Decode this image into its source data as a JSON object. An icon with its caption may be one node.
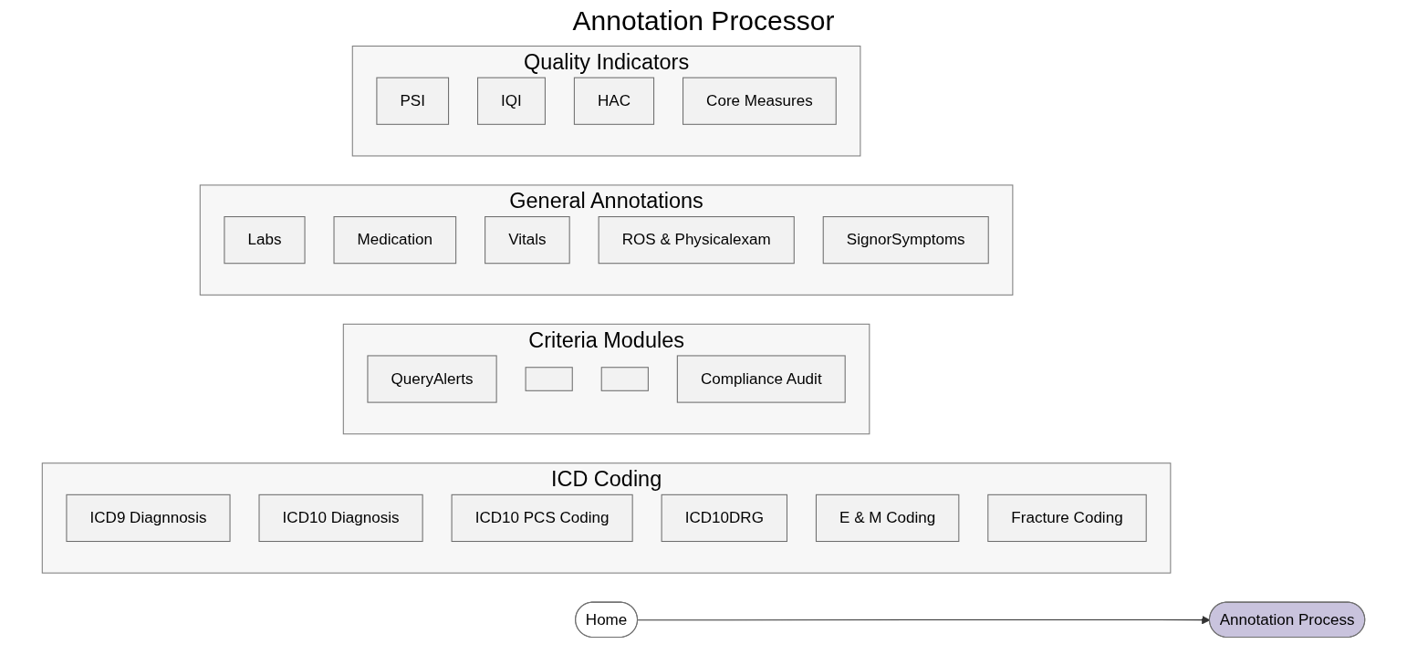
{
  "diagram": {
    "title": "Annotation Processor",
    "nodes": [
      {
        "text": [
          "Home"
        ]
      },
      {
        "text": [
          "Annotation Process"
        ]
      },
      {
        "text": [
          "ICD Coding"
        ]
      },
      {
        "text": [
          "ICD9 Diagnnosis"
        ],
        "in": 2
      },
      {
        "text": [
          "ICD10 Diagnosis"
        ],
        "in": 2
      },
      {
        "text": [
          "ICD10 PCS Coding"
        ],
        "in": 2
      },
      {
        "text": [
          "ICD10DRG"
        ],
        "in": 2
      },
      {
        "text": [
          "E & M Coding"
        ],
        "in": 2
      },
      {
        "text": [
          "Fracture Coding"
        ],
        "in": 2
      },
      {
        "text": [
          "Criteria Modules"
        ]
      },
      {
        "text": [
          "QueryAlerts"
        ],
        "in": 9
      },
      {
        "text": [],
        "shape": "box",
        "in": 9
      },
      {
        "text": [],
        "shape": "box",
        "in": 9
      },
      {
        "text": [
          "Compliance Audit"
        ],
        "in": 9
      },
      {
        "text": [
          "General Annotations"
        ]
      },
      {
        "text": [
          "Labs"
        ],
        "in": 14
      },
      {
        "text": [
          "Medication"
        ],
        "in": 14
      },
      {
        "text": [
          "Vitals"
        ],
        "in": 14
      },
      {
        "text": [
          "ROS & Physicalexam"
        ],
        "in": 14
      },
      {
        "text": [
          "SignorSymptoms"
        ],
        "in": 14
      },
      {
        "text": [
          "Quality Indicators"
        ]
      },
      {
        "text": [
          "PSI"
        ],
        "in": 20
      },
      {
        "text": [
          "IQI"
        ],
        "in": 20
      },
      {
        "text": [
          "HAC"
        ],
        "in": 20
      },
      {
        "text": [
          "Core Measures"
        ],
        "in": 20
      }
    ],
    "edges": [
      {
        "from": 0,
        "to": 1,
        "arrow": "to"
      }
    ]
  }
}
